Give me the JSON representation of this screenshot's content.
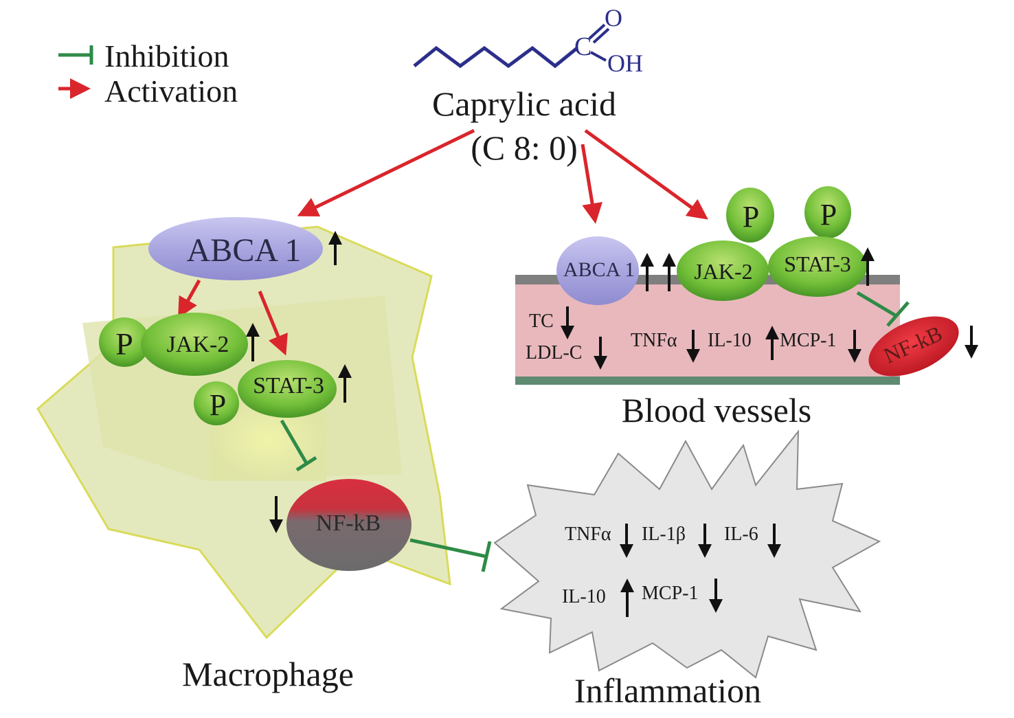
{
  "legend": {
    "inhibition_label": "Inhibition",
    "activation_label": "Activation"
  },
  "molecule": {
    "atom_c": "C",
    "atom_o": "O",
    "group_oh": "OH",
    "name": "Caprylic acid",
    "formula": "(C 8: 0)"
  },
  "macrophage": {
    "title": "Macrophage",
    "abca1": "ABCA 1",
    "jak2": "JAK-2",
    "stat3": "STAT-3",
    "p_label": "P",
    "nfkb": "NF-kB",
    "up": "↑",
    "down": "↓"
  },
  "vessel": {
    "title": "Blood vessels",
    "abca1": "ABCA 1",
    "jak2": "JAK-2",
    "stat3": "STAT-3",
    "p_label": "P",
    "nfkb": "NF-kB",
    "tc": "TC",
    "ldlc": "LDL-C",
    "tnfa": "TNFα",
    "il10": "IL-10",
    "mcp1": "MCP-1",
    "up": "↑",
    "down": "↓"
  },
  "inflammation": {
    "title": "Inflammation",
    "tnfa": "TNFα",
    "il1b": "IL-1β",
    "il6": "IL-6",
    "il10": "IL-10",
    "mcp1": "MCP-1",
    "up": "↑",
    "down": "↓"
  },
  "colors": {
    "activation": "#d9252b",
    "inhibition": "#2e8b47",
    "molecule_blue": "#2b2f8a",
    "abca_purple": "#a9a6e0",
    "green_protein": "#6fbe34",
    "nfkb_red": "#d83040",
    "cell_fill": "#e7ebbe",
    "vessel_fill": "#e8b8bc"
  }
}
